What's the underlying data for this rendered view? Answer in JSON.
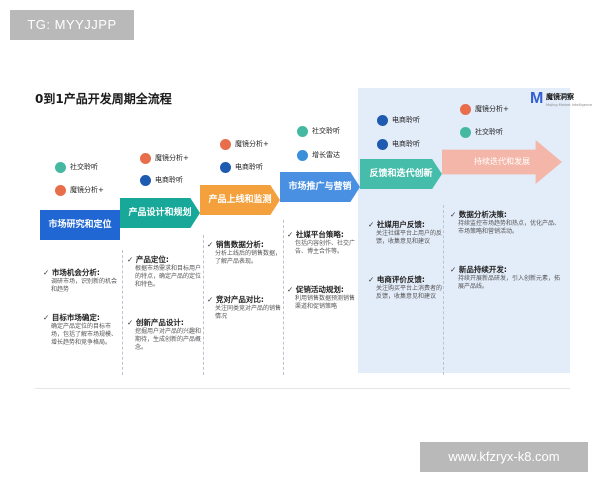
{
  "watermarks": {
    "top": "TG: MYYJJPP",
    "bottom": "www.kfzryx-k8.com"
  },
  "title": "0到1产品开发周期全流程",
  "logo": {
    "mark": "M",
    "name": "魔镜洞察",
    "sub": "Mojing Market Intelligence"
  },
  "chips": {
    "c1_social": "社交聆听",
    "c1_mirror": "魔镜分析+",
    "c2_mirror": "魔镜分析+",
    "c2_ecom": "电商聆听",
    "c3_mirror": "魔镜分析+",
    "c3_ecom": "电商聆听",
    "c4_social": "社交聆听",
    "c4_radar": "增长雷达",
    "c5_ecom1": "电商聆听",
    "c5_ecom2": "电商聆听",
    "c6_mirror": "魔镜分析+",
    "c6_social": "社交聆听"
  },
  "steps": [
    "市场研究和定位",
    "产品设计和规划",
    "产品上线和监测",
    "市场推广与营销",
    "反馈和迭代创新",
    "持续迭代和发展"
  ],
  "blocks": {
    "s1a_h": "市场机会分析:",
    "s1a_b": "调研市场，识别新的机会和趋势",
    "s1b_h": "目标市场确定:",
    "s1b_b": "确定产品定位的目标市场，包括了解市场规模、增长趋势和竞争格局。",
    "s2a_h": "产品定位:",
    "s2a_b": "根据市场需求和目标用户的特点，确定产品的定位和特色。",
    "s2b_h": "创新产品设计:",
    "s2b_b": "挖掘用户对产品的兴趣和期待，生成创新的产品概念。",
    "s3a_h": "销售数据分析:",
    "s3a_b": "分析上线后的销售数据，了解产品表现。",
    "s3b_h": "竞对产品对比:",
    "s3b_b": "关注同类竞对产品的销售情况",
    "s4a_h": "社媒平台策略:",
    "s4a_b": "包括内容创作、社交广告、博主合作等。",
    "s4b_h": "促销活动规划:",
    "s4b_b": "利用销售数据预测销售渠道和促销策略",
    "s5a_h": "社媒用户反馈:",
    "s5a_b": "关注社媒平台上用户的反馈，收集意见和建议",
    "s5b_h": "电商评价反馈:",
    "s5b_b": "关注购买平台上消费者的反馈，收集意见和建议",
    "s6a_h": "数据分析决策:",
    "s6a_b": "持续监控市场趋势和热点，优化产品、市场策略和营销活动。",
    "s6b_h": "新品持续开发:",
    "s6b_b": "持续开展新品研发，引入创新元素，拓展产品线。"
  },
  "colors": {
    "step1": "#2167d4",
    "step2": "#17a899",
    "step3": "#f4a03c",
    "step4": "#4a90e2",
    "step5": "#46bcaa",
    "step6": "#f4b6a8",
    "panel": "#e3ecf9"
  }
}
